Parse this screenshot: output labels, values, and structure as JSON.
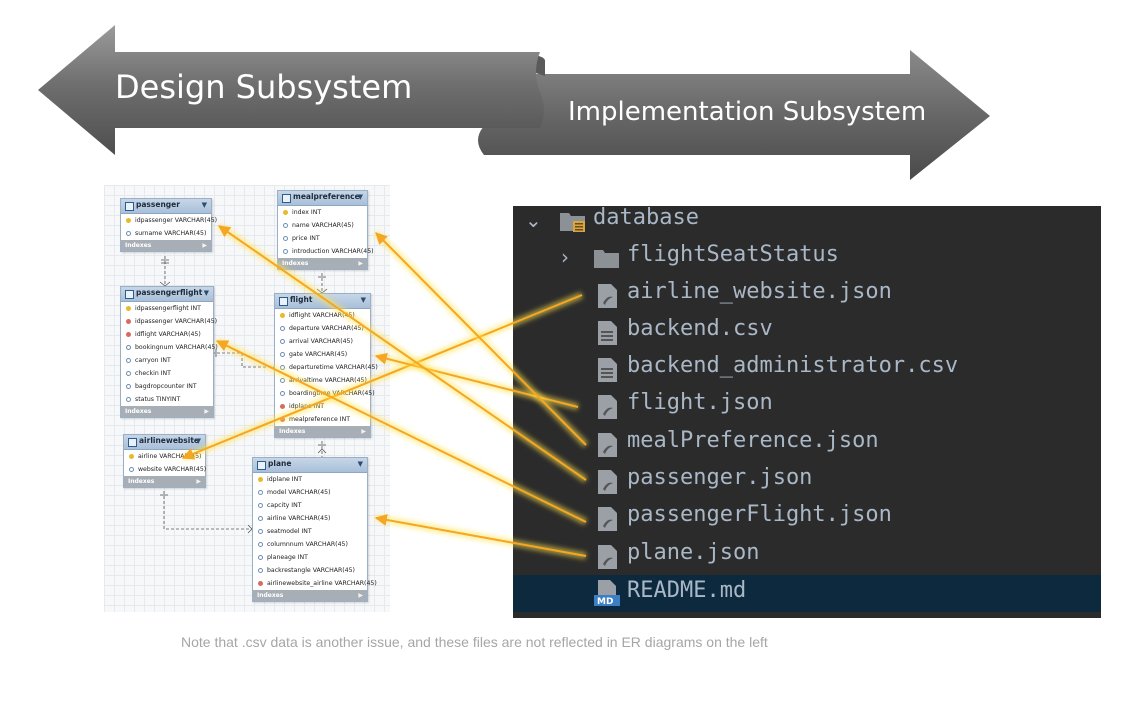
{
  "banner": {
    "design_label": "Design Subsystem",
    "implementation_label": "Implementation Subsystem"
  },
  "er_tables": {
    "passenger": {
      "name": "passenger",
      "columns": [
        {
          "text": "idpassenger VARCHAR(45)",
          "key": "pk"
        },
        {
          "text": "surname VARCHAR(45)",
          "key": "col"
        }
      ],
      "indexes_label": "Indexes"
    },
    "passengerflight": {
      "name": "passengerflight",
      "columns": [
        {
          "text": "idpassengerflight INT",
          "key": "pk"
        },
        {
          "text": "idpassenger VARCHAR(45)",
          "key": "fk"
        },
        {
          "text": "idflight VARCHAR(45)",
          "key": "fk"
        },
        {
          "text": "bookingnum VARCHAR(45)",
          "key": "col"
        },
        {
          "text": "carryon INT",
          "key": "col"
        },
        {
          "text": "checkin INT",
          "key": "col"
        },
        {
          "text": "bagdropcounter INT",
          "key": "col"
        },
        {
          "text": "status TINYINT",
          "key": "col"
        }
      ],
      "indexes_label": "Indexes"
    },
    "airlinewebsite": {
      "name": "airlinewebsite",
      "columns": [
        {
          "text": "airline VARCHAR(45)",
          "key": "pk"
        },
        {
          "text": "website VARCHAR(45)",
          "key": "col"
        }
      ],
      "indexes_label": "Indexes"
    },
    "mealpreference": {
      "name": "mealpreference",
      "columns": [
        {
          "text": "index INT",
          "key": "pk"
        },
        {
          "text": "name VARCHAR(45)",
          "key": "col"
        },
        {
          "text": "price INT",
          "key": "col"
        },
        {
          "text": "introduction VARCHAR(45)",
          "key": "col"
        }
      ],
      "indexes_label": "Indexes"
    },
    "flight": {
      "name": "flight",
      "columns": [
        {
          "text": "idflight VARCHAR(45)",
          "key": "pk"
        },
        {
          "text": "departure VARCHAR(45)",
          "key": "col"
        },
        {
          "text": "arrival VARCHAR(45)",
          "key": "col"
        },
        {
          "text": "gate VARCHAR(45)",
          "key": "col"
        },
        {
          "text": "departuretime VARCHAR(45)",
          "key": "col"
        },
        {
          "text": "arrivaltime VARCHAR(45)",
          "key": "col"
        },
        {
          "text": "boardingtime VARCHAR(45)",
          "key": "col"
        },
        {
          "text": "idplane INT",
          "key": "fk"
        },
        {
          "text": "mealpreference INT",
          "key": "fk"
        }
      ],
      "indexes_label": "Indexes"
    },
    "plane": {
      "name": "plane",
      "columns": [
        {
          "text": "idplane INT",
          "key": "pk"
        },
        {
          "text": "model VARCHAR(45)",
          "key": "col"
        },
        {
          "text": "capcity INT",
          "key": "col"
        },
        {
          "text": "airline VARCHAR(45)",
          "key": "col"
        },
        {
          "text": "seatmodel INT",
          "key": "col"
        },
        {
          "text": "columnnum VARCHAR(45)",
          "key": "col"
        },
        {
          "text": "planeage INT",
          "key": "col"
        },
        {
          "text": "backrestangle VARCHAR(45)",
          "key": "col"
        },
        {
          "text": "airlinewebsite_airline VARCHAR(45)",
          "key": "fk"
        }
      ],
      "indexes_label": "Indexes"
    }
  },
  "file_tree": {
    "root": "database",
    "items": [
      {
        "label": "flightSeatStatus",
        "type": "folder"
      },
      {
        "label": "airline_website.json",
        "type": "json"
      },
      {
        "label": "backend.csv",
        "type": "csv"
      },
      {
        "label": "backend_administrator.csv",
        "type": "csv"
      },
      {
        "label": "flight.json",
        "type": "json"
      },
      {
        "label": "mealPreference.json",
        "type": "json"
      },
      {
        "label": "passenger.json",
        "type": "json"
      },
      {
        "label": "passengerFlight.json",
        "type": "json"
      },
      {
        "label": "plane.json",
        "type": "json"
      },
      {
        "label": "README.md",
        "type": "md"
      }
    ]
  },
  "mappings": [
    {
      "file": "airline_website.json",
      "table": "airlinewebsite"
    },
    {
      "file": "flight.json",
      "table": "flight"
    },
    {
      "file": "mealPreference.json",
      "table": "mealpreference"
    },
    {
      "file": "passenger.json",
      "table": "passenger"
    },
    {
      "file": "passengerFlight.json",
      "table": "passengerflight"
    },
    {
      "file": "plane.json",
      "table": "plane"
    }
  ],
  "colors": {
    "arrow": "#f5a623",
    "glow": "#ffe24a",
    "banner_dark": "#5a5a5a",
    "banner_light": "#9a9a9a",
    "panel_bg": "#2b2b2b",
    "selected_row": "#0d293e",
    "tree_text": "#a9b7c6"
  },
  "note": "Note that .csv data is another issue, and these files are not reflected in ER diagrams on the left"
}
